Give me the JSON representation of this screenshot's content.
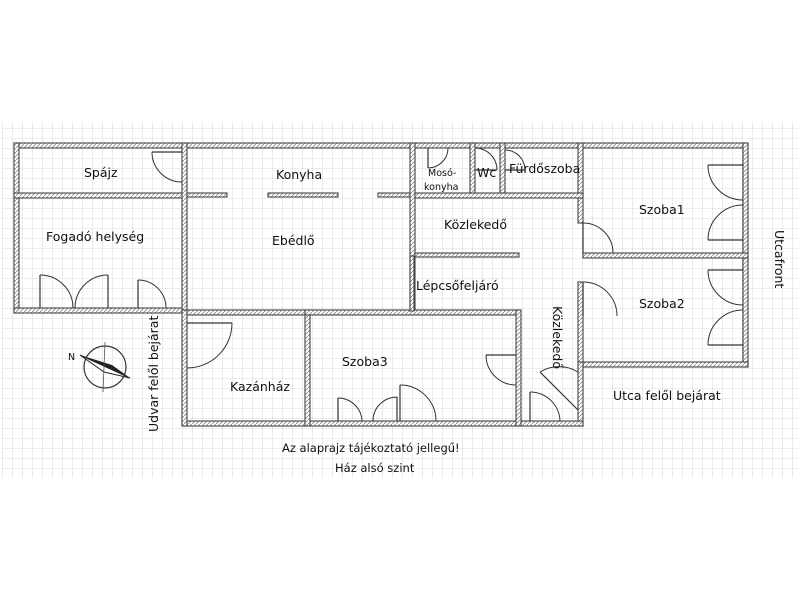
{
  "rooms": {
    "spajz": "Spájz",
    "konyha": "Konyha",
    "moso_line1": "Mosó-",
    "moso_line2": "konyha",
    "wc": "Wc",
    "furdoszoba": "Fürdőszoba",
    "fogado": "Fogadó helység",
    "ebedlo": "Ebédlő",
    "kozlekedo_top": "Közlekedő",
    "lepcsofeljaro": "Lépcsőfeljáró",
    "szoba1": "Szoba1",
    "szoba2": "Szoba2",
    "kozlekedo_side": "Közlekedő",
    "kazanhaz": "Kazánház",
    "szoba3": "Szoba3"
  },
  "labels": {
    "udvar_bejarat": "Udvar felől bejárat",
    "utca_bejarat": "Utca felől bejárat",
    "utcafront": "Utcafront",
    "note": "Az alaprajz tájékoztató jellegű!",
    "floor": "Ház alsó szint",
    "compass_n": "N"
  }
}
